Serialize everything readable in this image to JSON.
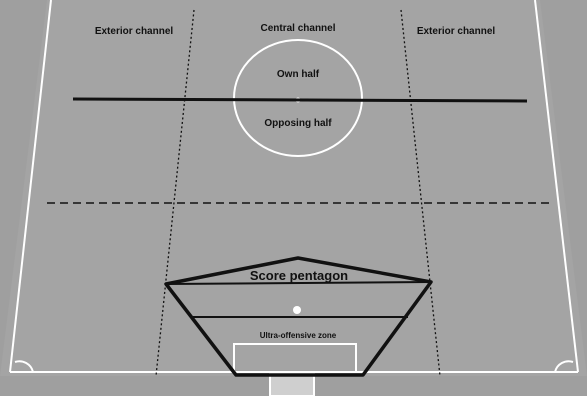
{
  "labels": {
    "exterior_left": "Exterior channel",
    "central": "Central  channel",
    "exterior_right": "Exterior channel",
    "own_half": "Own half",
    "opposing_half": "Opposing half",
    "score_pentagon": "Score pentagon",
    "ultra_offensive": "Ultra-offensive zone"
  },
  "colors": {
    "pitch": "#a4a4a4",
    "background": "#9f9f9f",
    "white_lines": "#ffffff",
    "dark_lines": "#111111"
  }
}
